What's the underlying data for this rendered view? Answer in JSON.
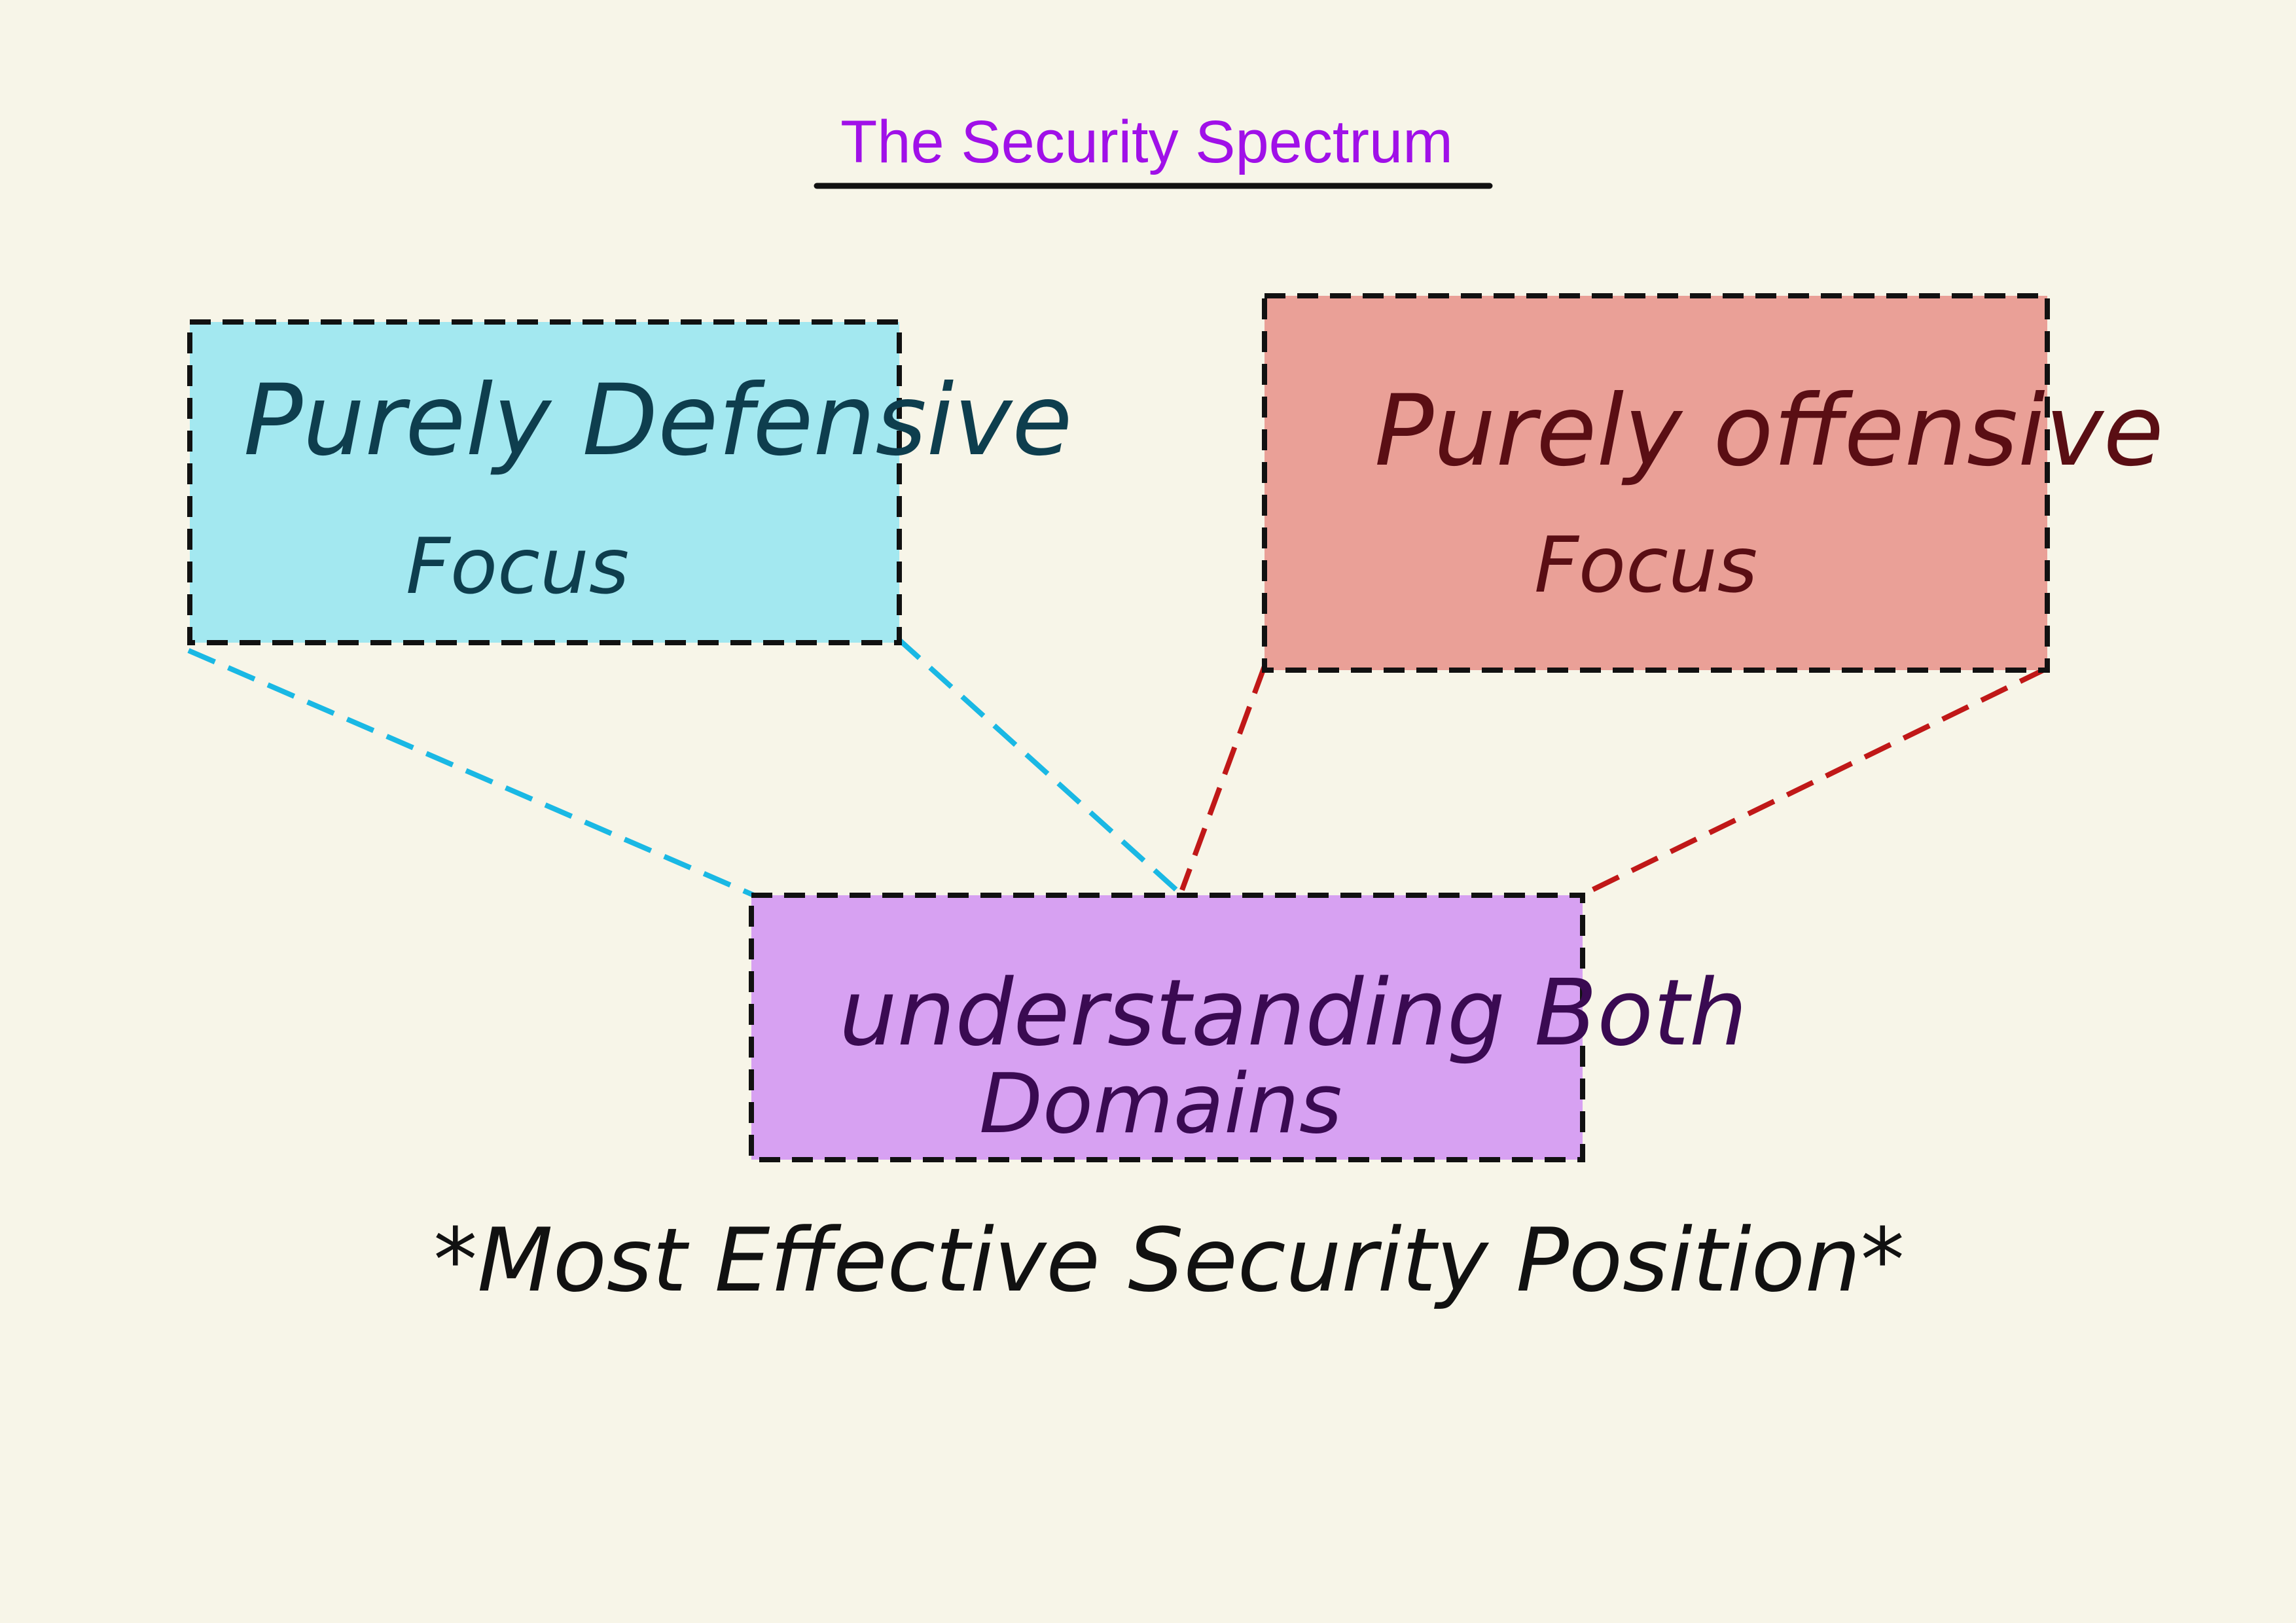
{
  "title": {
    "text": "The Security Spectrum",
    "color": "#a010e8",
    "underline_color": "#111111"
  },
  "nodes": {
    "defensive": {
      "line1": "Purely Defensive",
      "line2": "Focus",
      "fill": "#a3e8f0",
      "text_color": "#0e3e4e"
    },
    "offensive": {
      "line1": "Purely offensive",
      "line2": "Focus",
      "fill": "#eaa097",
      "text_color": "#5a0e14"
    },
    "both": {
      "line1": "understanding Both",
      "line2": "Domains",
      "fill": "#d7a1f2",
      "text_color": "#3a0a52"
    }
  },
  "connectors": {
    "defensive_color": "#1ab8e4",
    "offensive_color": "#c01818"
  },
  "note": {
    "text": "*Most Effective Security Position*",
    "color": "#111111"
  },
  "box_border_color": "#111111"
}
